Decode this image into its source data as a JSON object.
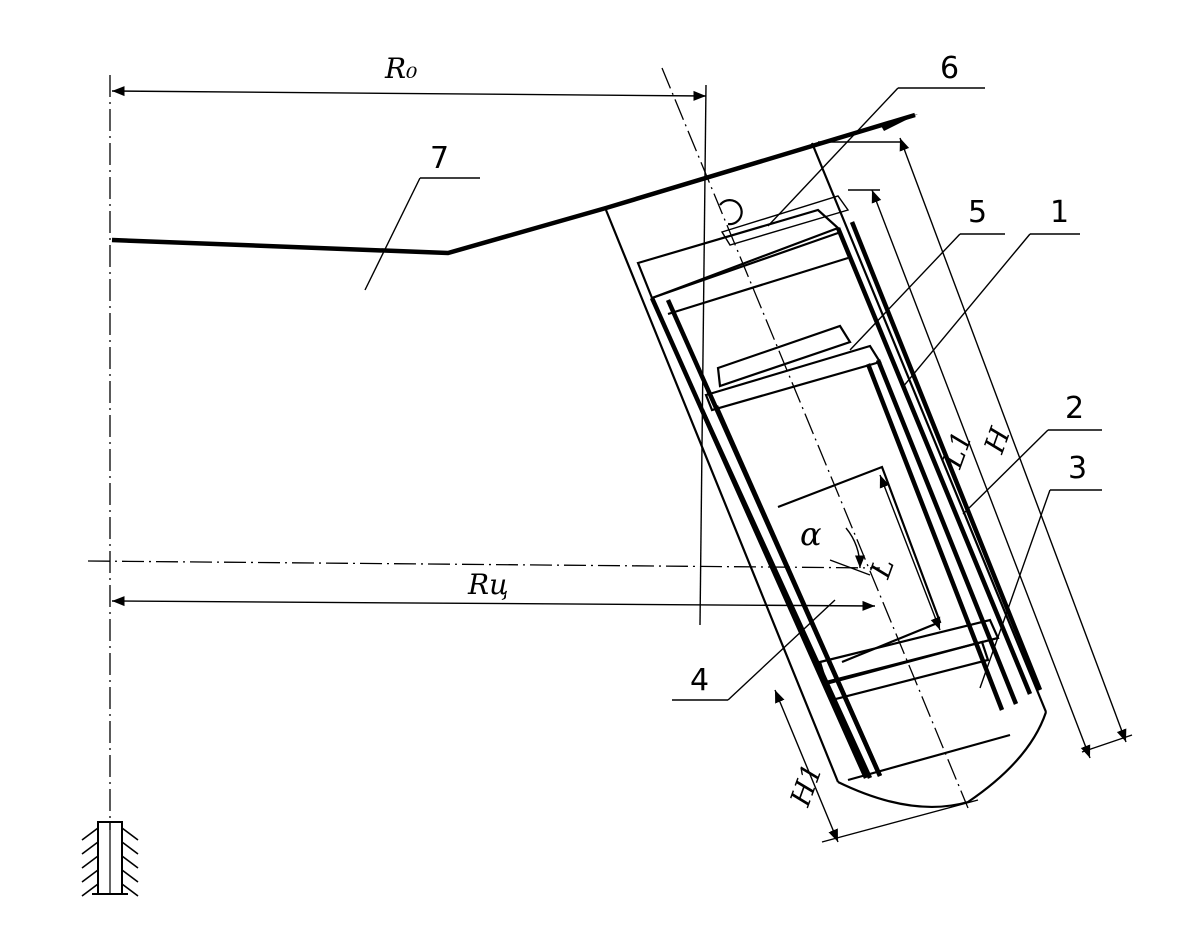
{
  "labels": {
    "r0": "R₀",
    "ru": "Rц",
    "h": "H",
    "l1": "L1",
    "l": "L",
    "h1": "H1",
    "alpha": "α"
  },
  "parts": [
    "1",
    "2",
    "3",
    "4",
    "5",
    "6",
    "7"
  ],
  "colors": {
    "ink": "#000000",
    "paper": "#ffffff"
  }
}
